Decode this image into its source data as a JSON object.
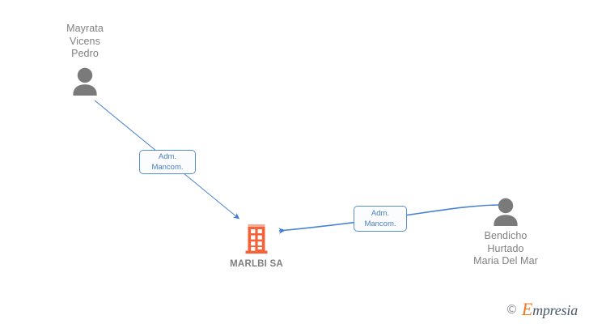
{
  "diagram": {
    "title": "MARLBI SA corporate relations graph",
    "background_color": "#ffffff",
    "accent_company_color": "#f4623a",
    "accent_edge_color": "#5b8fd4",
    "person_color": "#7a7a7a",
    "label_text_color": "#4a7ec4"
  },
  "nodes": {
    "person_left": {
      "label": "Mayrata\nVicens\nPedro",
      "icon": "person-icon",
      "type": "person"
    },
    "person_right": {
      "label": "Bendicho\nHurtado\nMaria Del Mar",
      "icon": "person-icon",
      "type": "person"
    },
    "company": {
      "label": "MARLBI SA",
      "icon": "building-icon",
      "type": "company"
    }
  },
  "edges": [
    {
      "id": "edge-left",
      "from": "person_left",
      "to": "company",
      "label": "Adm.\nMancom.",
      "direction": "to-company",
      "color": "#5b8fd4"
    },
    {
      "id": "edge-right",
      "from": "person_right",
      "to": "company",
      "label": "Adm.\nMancom.",
      "direction": "to-company",
      "color": "#5b8fd4"
    }
  ],
  "watermark": {
    "copyright": "©",
    "brand_initial": "E",
    "brand_rest": "mpresia"
  }
}
